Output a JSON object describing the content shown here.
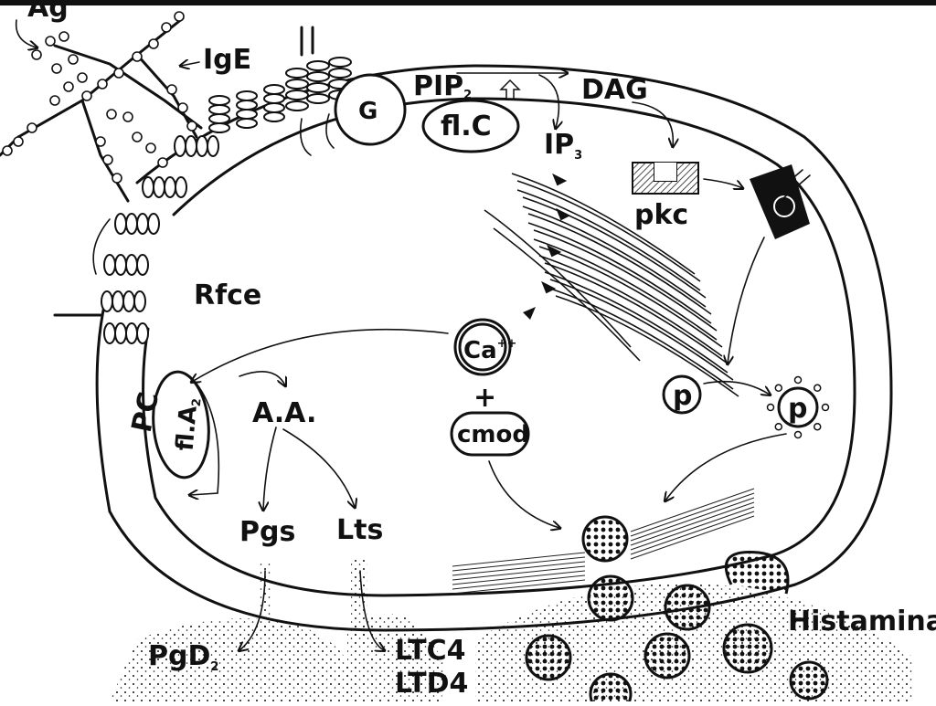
{
  "diagram": {
    "antigen_label": "Ag",
    "ige_label": "IgE",
    "receptor_label": "Rfce",
    "g_protein_label": "G",
    "pip2_label": "PIP",
    "pip2_sub": "2",
    "plc_label": "fl.C",
    "dag_label": "DAG",
    "ip3_label": "IP",
    "ip3_sub": "3",
    "pkc_label": "pkc",
    "calcium_label": "Ca",
    "calcium_sup": "++",
    "plus_label": "+",
    "calmodulin_label": "cmod",
    "p_label": "p",
    "p_active_label": "p",
    "pc_label": "PC",
    "pla2_label": "fl.A",
    "pla2_sub": "2",
    "aa_label": "A.A.",
    "pgs_label": "Pgs",
    "lts_label": "Lts",
    "pgd2_label": "PgD",
    "pgd2_sub": "2",
    "ltc4_label": "LTC4",
    "ltd4_label": "LTD4",
    "histamine_label": "Histamina"
  }
}
